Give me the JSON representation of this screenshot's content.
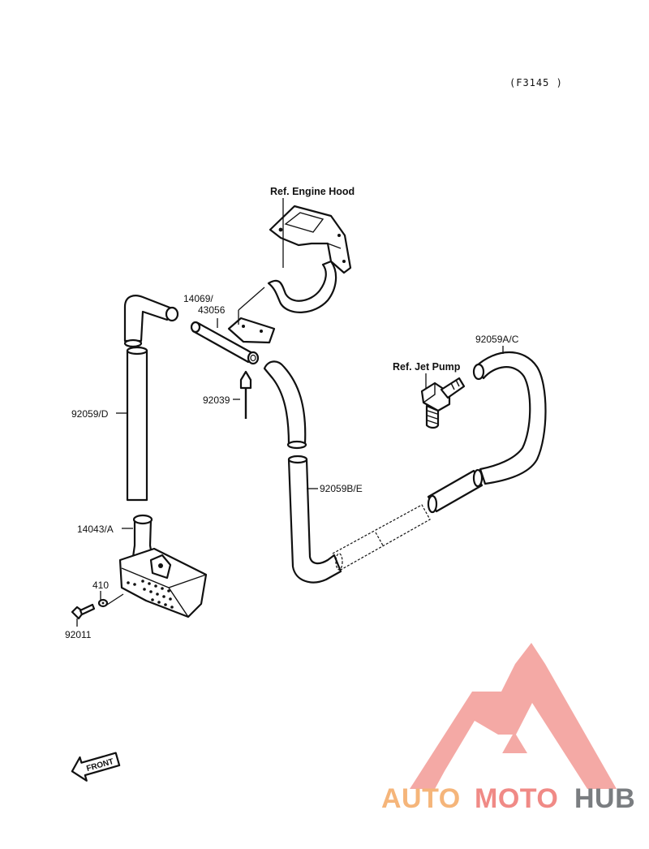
{
  "figure_code": "(F3145 )",
  "refs": {
    "engine_hood": "Ref. Engine Hood",
    "jet_pump": "Ref. Jet Pump"
  },
  "part_labels": {
    "p14069": "14069/",
    "p43056": "43056",
    "p92059AC": "92059A/C",
    "p92059D": "92059/D",
    "p92039": "92039",
    "p92059BE": "92059B/E",
    "p14043A": "14043/A",
    "p410": "410",
    "p92011": "92011"
  },
  "front_label": "FRONT",
  "watermark": {
    "part1": "AUTO",
    "part2": "MOTO",
    "part3": "HUB",
    "colors": {
      "orange": "#f5b57a",
      "pink": "#f08a86",
      "gray": "#7a7d80",
      "triangle": "#f29a95"
    }
  }
}
